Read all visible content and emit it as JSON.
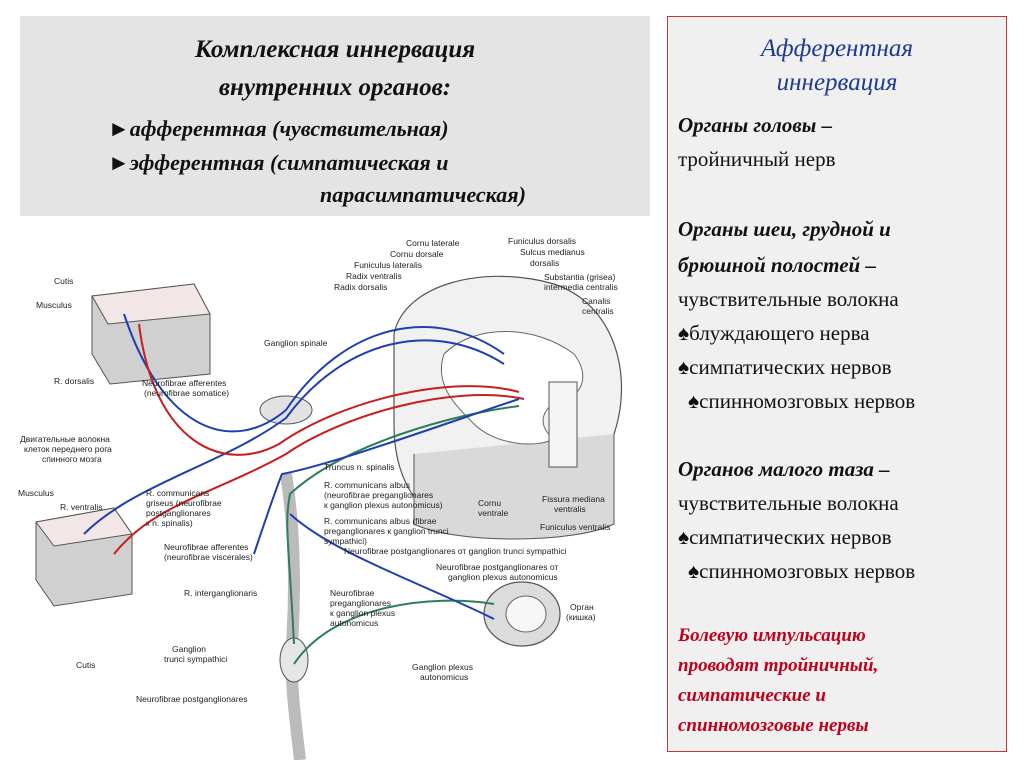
{
  "left_panel": {
    "title_line1": "Комплексная иннервация",
    "title_line2": "внутренних органов:",
    "bullet1": "►афферентная (чувствительная)",
    "bullet2": "►эфферентная (симпатическая и",
    "bullet2_cont": "парасимпатическая)"
  },
  "diagram_labels": {
    "cutis_top": "Cutis",
    "musculus_top": "Musculus",
    "r_dorsalis": "R. dorsalis",
    "motor1": "Двигательные волокна",
    "motor2": "клеток переднего рога",
    "motor3": "спинного мозга",
    "musculus_bottom": "Musculus",
    "r_ventralis": "R. ventralis",
    "cutis_bottom": "Cutis",
    "cornu_laterale": "Cornu laterale",
    "cornu_dorsale": "Cornu dorsale",
    "funiculus_lateralis": "Funiculus lateralis",
    "radix_ventralis": "Radix ventralis",
    "radix_dorsalis": "Radix dorsalis",
    "funiculus_dorsalis": "Funiculus dorsalis",
    "sulcus_medianus": "Sulcus medianus",
    "dorsalis": "dorsalis",
    "substantia": "Substantia (grisea)",
    "intermedia": "intermedia centralis",
    "canalis": "Canalis",
    "centralis": "centralis",
    "ganglion_spinale": "Ganglion spinale",
    "nf_afferentes1": "Neurofibrae afferentes",
    "nf_afferentes2": "(neurofibrae somatice)",
    "truncus": "Truncus n. spinalis",
    "r_comm_albus1": "R. communicans albus",
    "r_comm_albus2": "(neurofibrae preganglionares",
    "r_comm_albus3": "к ganglion plexus autonomicus)",
    "r_comm_griseus1": "R. communicans",
    "r_comm_griseus2": "griseus (neurofibrae",
    "r_comm_griseus3": "postganglionares",
    "r_comm_griseus4": "к n. spinalis)",
    "r_comm_albus_fibrae1": "R. communicans albus (fibrae",
    "r_comm_albus_fibrae2": "preganglionares к ganglion trunci",
    "r_comm_albus_fibrae3": "sympathici)",
    "cornu_ventrale1": "Cornu",
    "cornu_ventrale2": "ventrale",
    "fissura1": "Fissura mediana",
    "fissura2": "ventralis",
    "funiculus_ventralis": "Funiculus ventralis",
    "nf_aff_visc1": "Neurofibrae afferentes",
    "nf_aff_visc2": "(neurofibrae viscerales)",
    "nf_postgang_trunci": "Neurofibrae postganglionares от ganglion trunci sympathici",
    "nf_postgang_plexus1": "Neurofibrae postganglionares от",
    "nf_postgang_plexus2": "ganglion plexus autonomicus",
    "r_interganglionaris": "R. interganglionaris",
    "nf_pregang1": "Neurofibrae",
    "nf_pregang2": "preganglionares",
    "nf_pregang3": "к ganglion plexus",
    "nf_pregang4": "autonomicus",
    "organ1": "Орган",
    "organ2": "(кишка)",
    "ganglion_trunci1": "Ganglion",
    "ganglion_trunci2": "trunci sympathici",
    "ganglion_plexus1": "Ganglion plexus",
    "ganglion_plexus2": "autonomicus",
    "nf_postgang_bottom": "Neurofibrae postganglionares"
  },
  "right_panel": {
    "heading1": "Афферентная",
    "heading2": "иннервация",
    "head_org_label": "Органы головы –",
    "head_org_text": "тройничный нерв",
    "neck_label1": "Органы шеи, грудной и",
    "neck_label2": "брюшной полостей –",
    "neck_text1": "чувствительные волокна",
    "neck_text2": "♠блуждающего нерва",
    "neck_text3": "♠симпатических нервов",
    "neck_text4": "♠спинномозговых нервов",
    "pelvis_label": "Органов малого таза –",
    "pelvis_text1": "чувствительные волокна",
    "pelvis_text2": "♠симпатических нервов",
    "pelvis_text3": "♠спинномозговых нервов",
    "pain1": "Болевую импульсацию",
    "pain2": "проводят тройничный,",
    "pain3": "симпатические и",
    "pain4": "спинномозговые  нервы"
  },
  "colors": {
    "afferent": "#1f3fb0",
    "efferent": "#c81e1e",
    "preganglionic": "#2e7d5b",
    "heading": "#1f3a8f",
    "warning": "#c0001a"
  }
}
